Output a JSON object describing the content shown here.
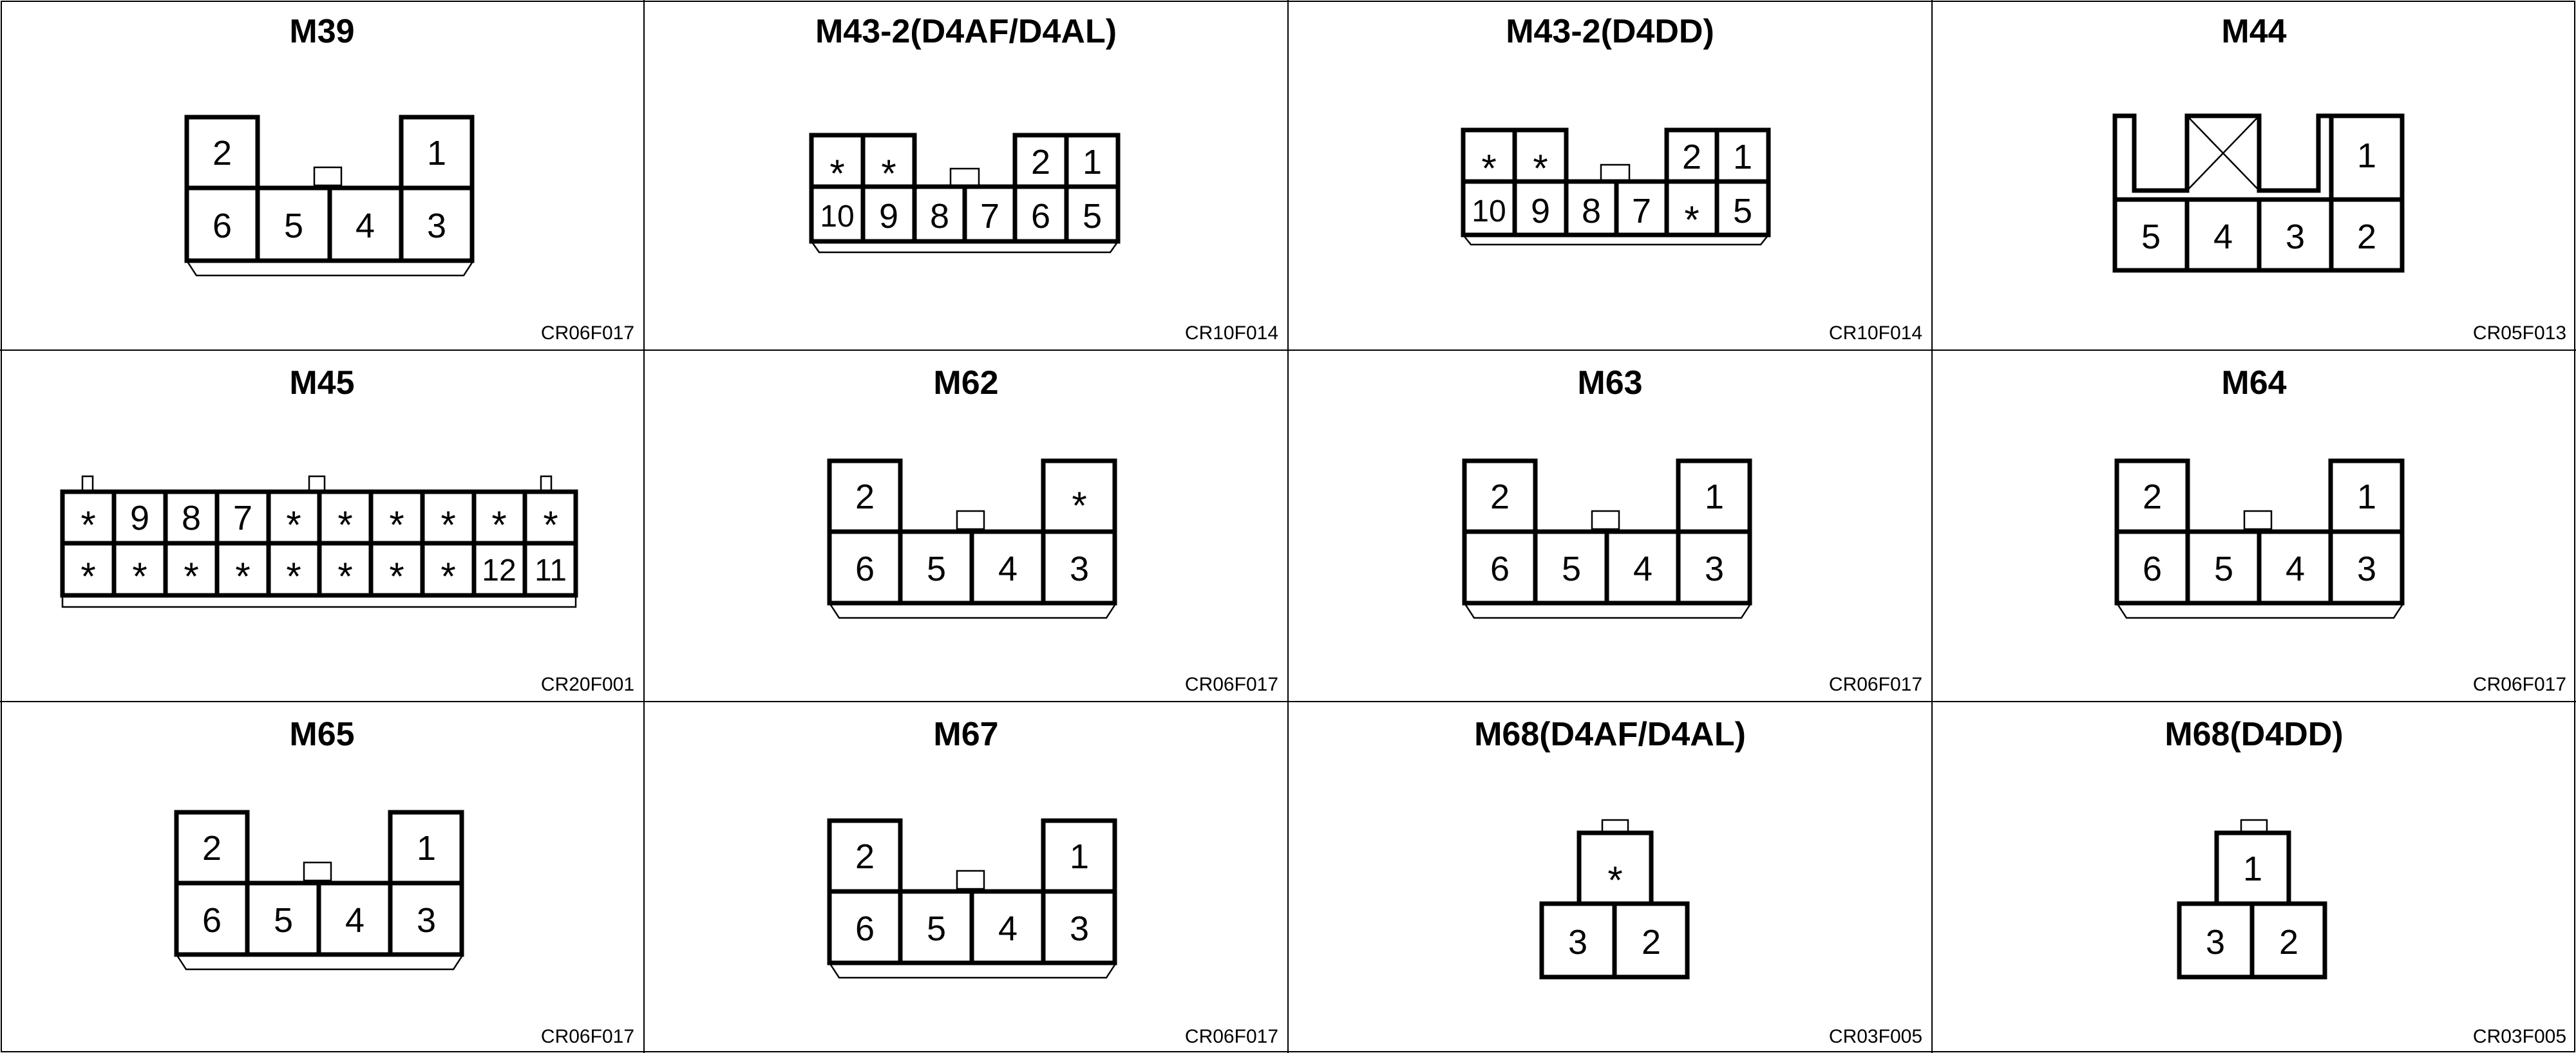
{
  "panels": [
    {
      "id": "M39",
      "title": "M39",
      "code": "CR06F017",
      "top_pins": [
        "2",
        "1"
      ],
      "bottom_pins": [
        "6",
        "5",
        "4",
        "3"
      ]
    },
    {
      "id": "M43-2-D4AF",
      "title": "M43-2(D4AF/D4AL)",
      "code": "CR10F014",
      "top_pins": [
        "*",
        "*",
        "2",
        "1"
      ],
      "bottom_pins": [
        "10",
        "9",
        "8",
        "7",
        "6",
        "5"
      ]
    },
    {
      "id": "M43-2-D4DD",
      "title": "M43-2(D4DD)",
      "code": "CR10F014",
      "top_pins": [
        "*",
        "*",
        "2",
        "1"
      ],
      "bottom_pins": [
        "10",
        "9",
        "8",
        "7",
        "*",
        "5"
      ]
    },
    {
      "id": "M44",
      "title": "M44",
      "code": "CR05F013",
      "top_pins": [
        "1"
      ],
      "bottom_pins": [
        "5",
        "4",
        "3",
        "2"
      ]
    },
    {
      "id": "M45",
      "title": "M45",
      "code": "CR20F001",
      "top_pins": [
        "*",
        "9",
        "8",
        "7",
        "*",
        "*",
        "*",
        "*",
        "*",
        "*"
      ],
      "bottom_pins": [
        "*",
        "*",
        "*",
        "*",
        "*",
        "*",
        "*",
        "*",
        "12",
        "11"
      ]
    },
    {
      "id": "M62",
      "title": "M62",
      "code": "CR06F017",
      "top_pins": [
        "2",
        "*"
      ],
      "bottom_pins": [
        "6",
        "5",
        "4",
        "3"
      ]
    },
    {
      "id": "M63",
      "title": "M63",
      "code": "CR06F017",
      "top_pins": [
        "2",
        "1"
      ],
      "bottom_pins": [
        "6",
        "5",
        "4",
        "3"
      ]
    },
    {
      "id": "M64",
      "title": "M64",
      "code": "CR06F017",
      "top_pins": [
        "2",
        "1"
      ],
      "bottom_pins": [
        "6",
        "5",
        "4",
        "3"
      ]
    },
    {
      "id": "M65",
      "title": "M65",
      "code": "CR06F017",
      "top_pins": [
        "2",
        "1"
      ],
      "bottom_pins": [
        "6",
        "5",
        "4",
        "3"
      ]
    },
    {
      "id": "M67",
      "title": "M67",
      "code": "CR06F017",
      "top_pins": [
        "2",
        "1"
      ],
      "bottom_pins": [
        "6",
        "5",
        "4",
        "3"
      ]
    },
    {
      "id": "M68-D4AF",
      "title": "M68(D4AF/D4AL)",
      "code": "CR03F005",
      "top_pins": [
        "*"
      ],
      "bottom_pins": [
        "3",
        "2"
      ]
    },
    {
      "id": "M68-D4DD",
      "title": "M68(D4DD)",
      "code": "CR03F005",
      "top_pins": [
        "1"
      ],
      "bottom_pins": [
        "3",
        "2"
      ]
    }
  ]
}
